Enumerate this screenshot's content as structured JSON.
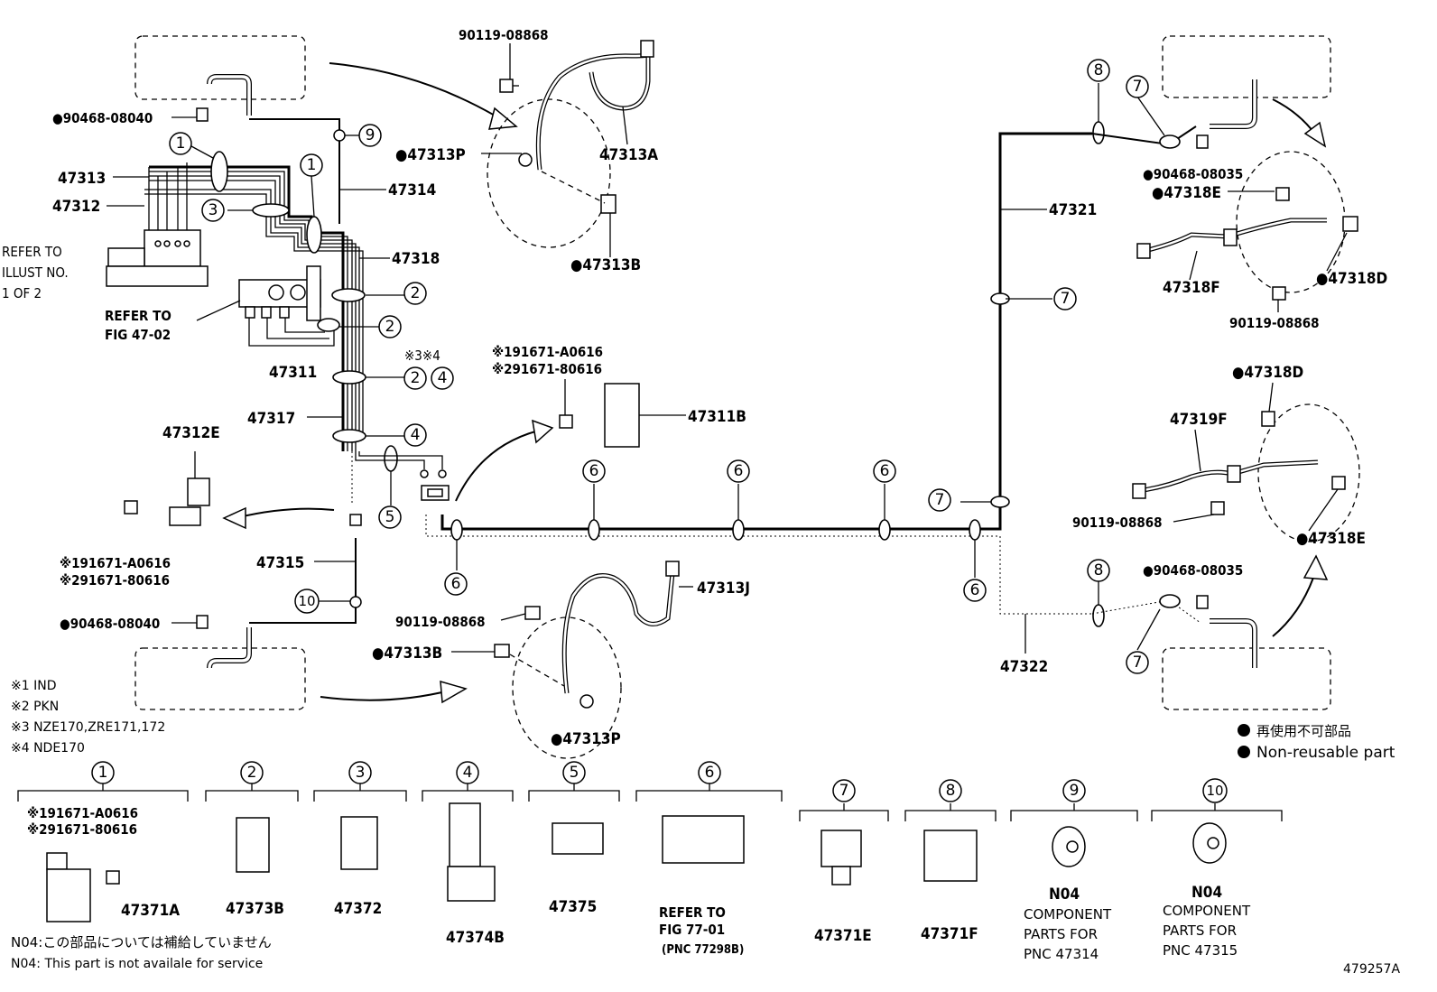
{
  "header": {
    "diagram_ref": "479257A"
  },
  "top_labels": {
    "p90119_top": "90119-08868",
    "p90468_left_top": "●90468-08040",
    "p47313": "47313",
    "p47312": "47312",
    "p47313P_top": "●47313P",
    "p47313A": "47313A",
    "p47314": "47314",
    "p47318": "47318",
    "p47313B_top": "●47313B",
    "refer_illust_1": "REFER TO",
    "refer_illust_2": "ILLUST NO.",
    "refer_illust_3": "1 OF 2",
    "refer_fig_1": "REFER TO",
    "refer_fig_2": "FIG 47-02",
    "p47311": "47311",
    "note34": "※3※4",
    "p47317": "47317",
    "bracket_note1": "※191671-A0616",
    "bracket_note2": "※291671-80616",
    "p47311B": "47311B",
    "p47312E": "47312E",
    "p47315": "47315",
    "left_note1": "※191671-A0616",
    "left_note2": "※291671-80616",
    "p90468_left_bot": "●90468-08040",
    "p90119_mid": "90119-08868",
    "p47313J": "47313J",
    "p47313B_bot": "●47313B",
    "p47313P_bot": "●47313P"
  },
  "right_labels": {
    "p90468_right_top": "●90468-08035",
    "p47318E_top": "●47318E",
    "p47321": "47321",
    "p47318F": "47318F",
    "p47318D_top": "●47318D",
    "p90119_right": "90119-08868",
    "p47318D_bot": "●47318D",
    "p47319F": "47319F",
    "p90119_right2": "90119-08868",
    "p47318E_bot": "●47318E",
    "p90468_right_bot": "●90468-08035",
    "p47322": "47322"
  },
  "legend_notes": {
    "n1": "※1 IND",
    "n2": "※2 PKN",
    "n3": "※3 NZE170,ZRE171,172",
    "n4": "※4 NDE170"
  },
  "reuse_legend": {
    "jp": "再使用不可部品",
    "en": "Non-reusable part"
  },
  "callouts": {
    "c1": "1",
    "c2": "2",
    "c3": "3",
    "c4": "4",
    "c5": "5",
    "c6": "6",
    "c7": "7",
    "c8": "8",
    "c9": "9",
    "c10": "10"
  },
  "parts_table": [
    {
      "num": "1",
      "label": "47371A",
      "note1": "※191671-A0616",
      "note2": "※291671-80616"
    },
    {
      "num": "2",
      "label": "47373B"
    },
    {
      "num": "3",
      "label": "47372"
    },
    {
      "num": "4",
      "label": "47374B"
    },
    {
      "num": "5",
      "label": "47375"
    },
    {
      "num": "6",
      "label": "REFER TO",
      "label2": "FIG 77-01",
      "label3": "(PNC 77298B)"
    },
    {
      "num": "7",
      "label": "47371E"
    },
    {
      "num": "8",
      "label": "47371F"
    },
    {
      "num": "9",
      "label": "N04",
      "label2": "COMPONENT",
      "label3": "PARTS FOR",
      "label4": "PNC 47314"
    },
    {
      "num": "10",
      "label": "N04",
      "label2": "COMPONENT",
      "label3": "PARTS FOR",
      "label4": "PNC 47315"
    }
  ],
  "footer": {
    "jp": "N04:この部品については補給していません",
    "en": "N04: This part is not availale for service"
  },
  "icons": [
    "solid-dot-icon",
    "clip-icon",
    "hose-icon",
    "bolt-icon",
    "grommet-icon"
  ]
}
